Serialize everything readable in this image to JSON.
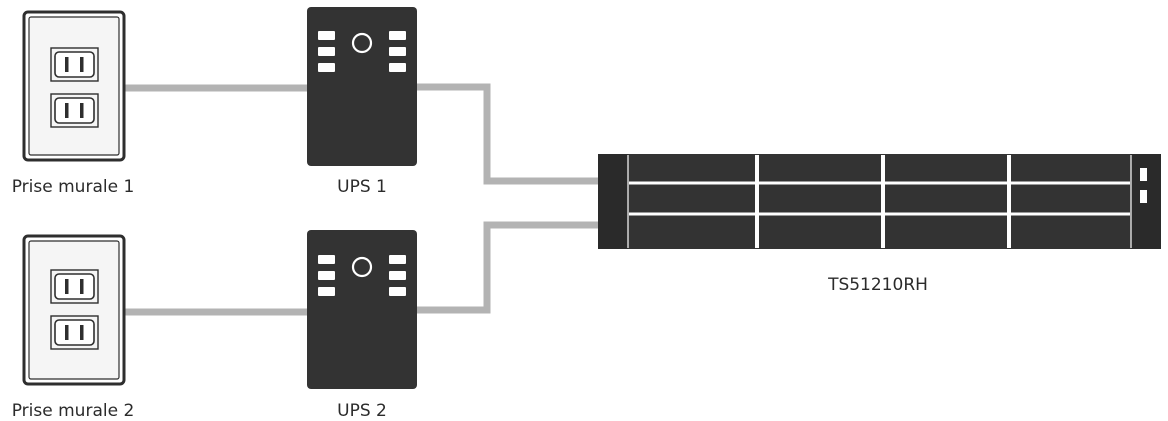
{
  "colors": {
    "device": "#333333",
    "cable": "#b3b3b3",
    "outlet_face": "#f5f5f5",
    "outlet_border": "#2e2e2e",
    "background": "#ffffff"
  },
  "outlets": [
    {
      "label": "Prise murale 1",
      "icon": "wall-outlet-icon"
    },
    {
      "label": "Prise murale 2",
      "icon": "wall-outlet-icon"
    }
  ],
  "ups_units": [
    {
      "label": "UPS 1",
      "icon": "ups-icon"
    },
    {
      "label": "UPS 2",
      "icon": "ups-icon"
    }
  ],
  "nas": {
    "label": "TS51210RH",
    "icon": "rackmount-nas-icon"
  }
}
